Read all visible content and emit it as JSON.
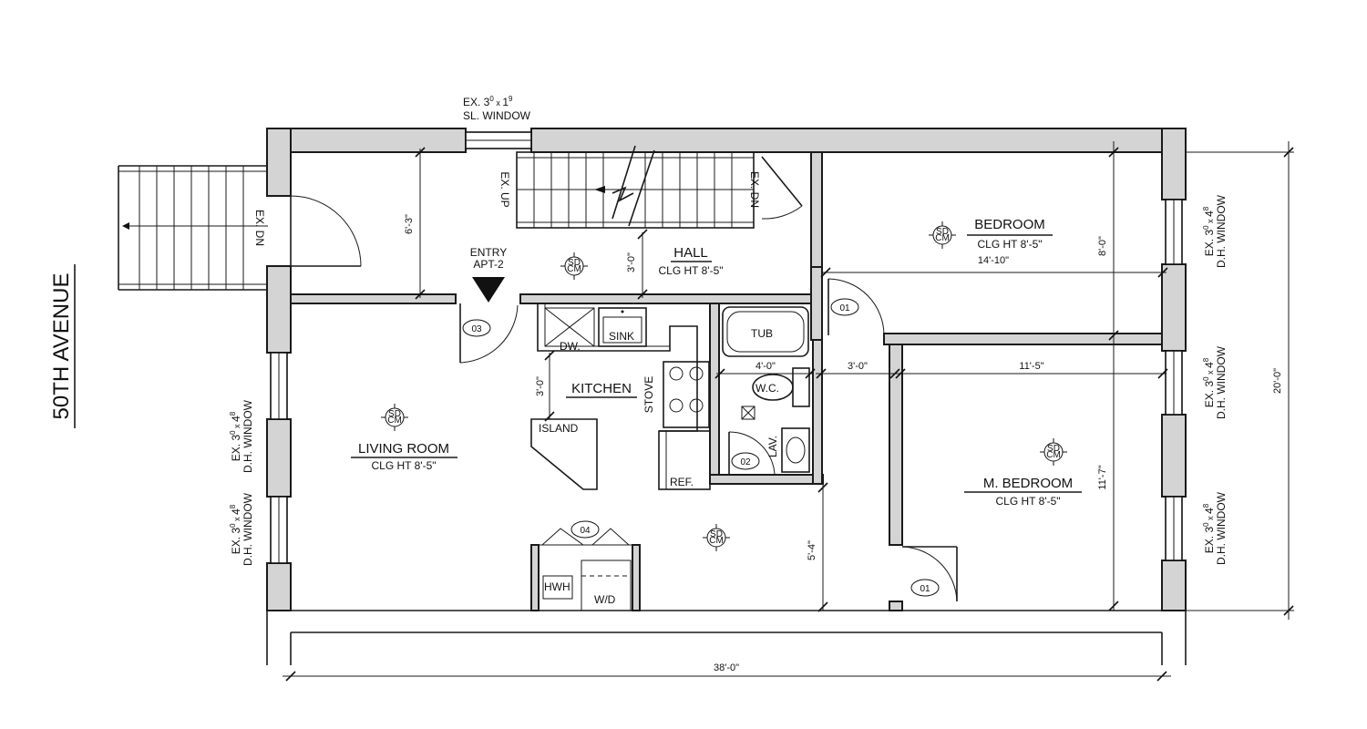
{
  "street": "50TH AVENUE",
  "rooms": {
    "hall": {
      "name": "HALL",
      "clg": "CLG HT 8'-5\""
    },
    "bedroom": {
      "name": "BEDROOM",
      "clg": "CLG HT 8'-5\"",
      "width": "14'-10\""
    },
    "mbedroom": {
      "name": "M. BEDROOM",
      "clg": "CLG HT 8'-5\""
    },
    "living": {
      "name": "LIVING ROOM",
      "clg": "CLG HT 8'-5\""
    },
    "kitchen": {
      "name": "KITCHEN"
    }
  },
  "entry": {
    "line1": "ENTRY",
    "line2": "APT-2"
  },
  "fixtures": {
    "tub": "TUB",
    "wc": "W.C.",
    "lav": "LAV.",
    "sink": "SINK",
    "dw": "DW.",
    "stove": "STOVE",
    "island": "ISLAND",
    "ref": "REF.",
    "hwh": "HWH",
    "wd": "W/D",
    "ex_up": "EX. UP",
    "ex_dn": "EX. DN"
  },
  "doors": [
    "03",
    "01",
    "02",
    "04",
    "01"
  ],
  "smoke_detector": {
    "l1": "SD",
    "l2": "CM"
  },
  "windows": {
    "sl": {
      "l1": "EX. 3",
      "sup1": "0",
      "x": " x ",
      "l1b": "1",
      "sup2": "9",
      "l2": "SL. WINDOW"
    },
    "dh": {
      "l1": "EX. 3",
      "sup1": "0",
      "x": " x ",
      "l1b": "4",
      "sup2": "8",
      "l2": "D.H. WINDOW"
    }
  },
  "dims": {
    "hall_h": "6'-3\"",
    "hall_gap": "3'-0\"",
    "kitchen_gap": "3'-0\"",
    "bath_w": "4'-0\"",
    "corr_w": "3'-0\"",
    "mbed_w": "11'-5\"",
    "bed_h": "8'-0\"",
    "mbed_h": "11'-7\"",
    "lower_h": "5'-4\"",
    "total_h": "20'-0\"",
    "total_w": "38'-0\""
  }
}
